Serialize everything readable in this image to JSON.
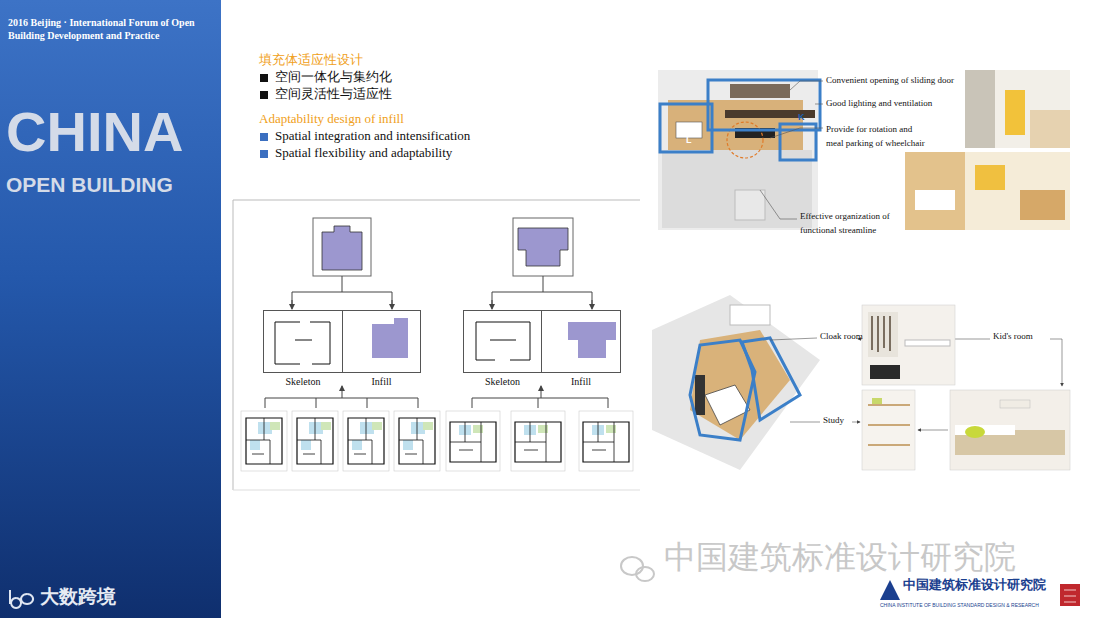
{
  "diagram": {
    "nodes": [
      {
        "text": [
          "Skeleton"
        ]
      },
      {
        "text": [
          "Infill"
        ]
      },
      {
        "text": [
          "Skeleton"
        ]
      },
      {
        "text": [
          "Infill"
        ]
      }
    ],
    "labels": [
      "2016 Beijing · International Forum of Open Building Development and Practice",
      "CHINA",
      "OPEN BUILDING",
      "大数跨境",
      "填充体适应性设计",
      "空间一体化与集约化",
      "空间灵活性与适应性",
      "Adaptability design of infill",
      "Spatial integration and intensification",
      "Spatial flexibility and adaptability",
      "Convenient opening of sliding door",
      "Good lighting and ventilation",
      "Provide for rotation and meal parking of wheelchair",
      "Effective organization of functional streamline",
      "L",
      "K",
      "Cloak room",
      "Kid's room",
      "Study",
      "中国建筑标准设计研究院",
      "中国建筑标准设计研究院",
      "CHINA INSTITUTE OF BUILDING STANDARD DESIGN & RESEARCH"
    ]
  }
}
